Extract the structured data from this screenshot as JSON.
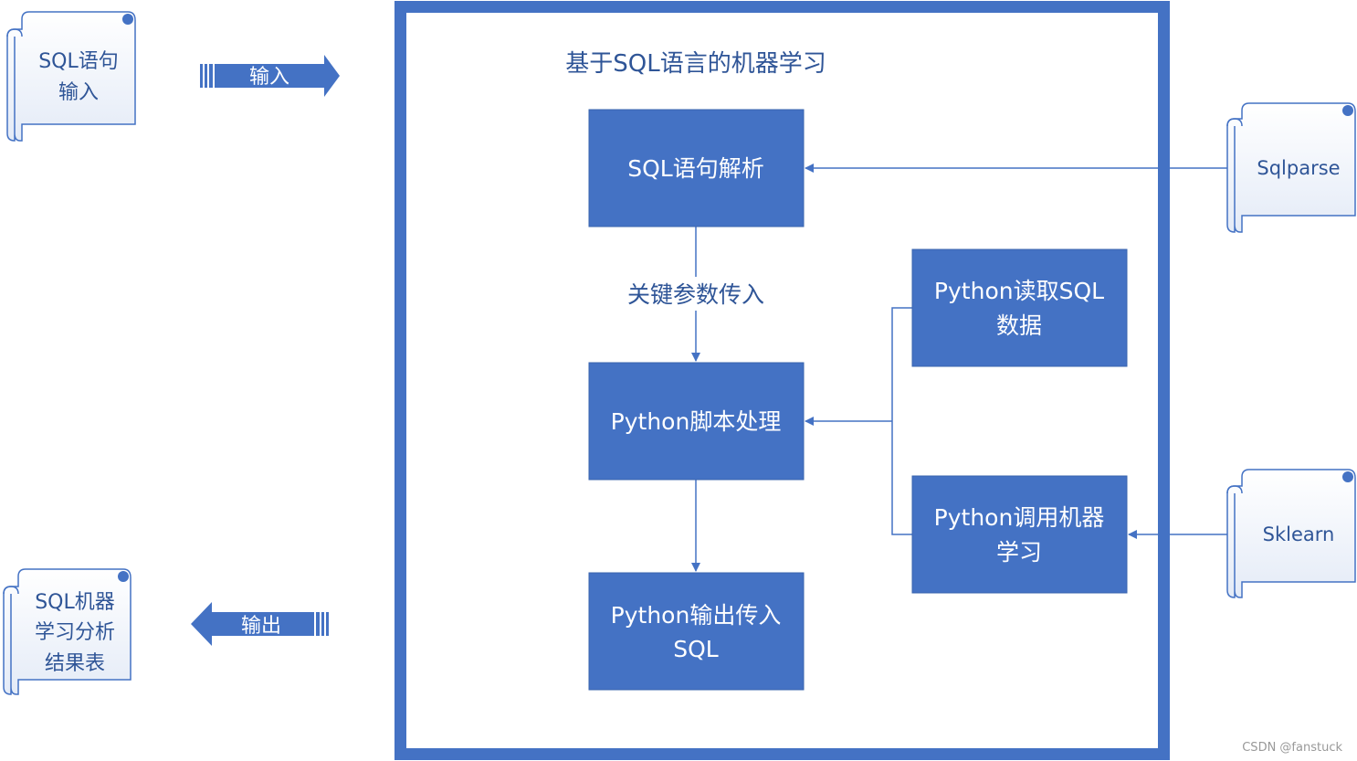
{
  "frame": {
    "title": "基于SQL语言的机器学习"
  },
  "scrolls": {
    "input": [
      "SQL语句",
      "输入"
    ],
    "output": [
      "SQL机器",
      "学习分析",
      "结果表"
    ],
    "sqlparse": [
      "Sqlparse"
    ],
    "sklearn": [
      "Sklearn"
    ]
  },
  "nodes": {
    "parse": [
      "SQL语句解析"
    ],
    "script": [
      "Python脚本处理"
    ],
    "output": [
      "Python输出传入",
      "SQL"
    ],
    "read": [
      "Python读取SQL",
      "数据"
    ],
    "ml": [
      "Python调用机器",
      "学习"
    ]
  },
  "arrows": {
    "input_label": "输入",
    "output_label": "输出"
  },
  "edges": {
    "param_label": "关键参数传入"
  },
  "watermark": "CSDN @fanstuck",
  "colors": {
    "node_fill": "#4472C4",
    "node_text": "#FFFFFF",
    "frame_border": "#4472C4",
    "connector": "#4472C4",
    "scroll_fill": "#F3F6FC",
    "scroll_border": "#4472C4",
    "label_text": "#2F5597",
    "watermark_text": "#999999"
  }
}
